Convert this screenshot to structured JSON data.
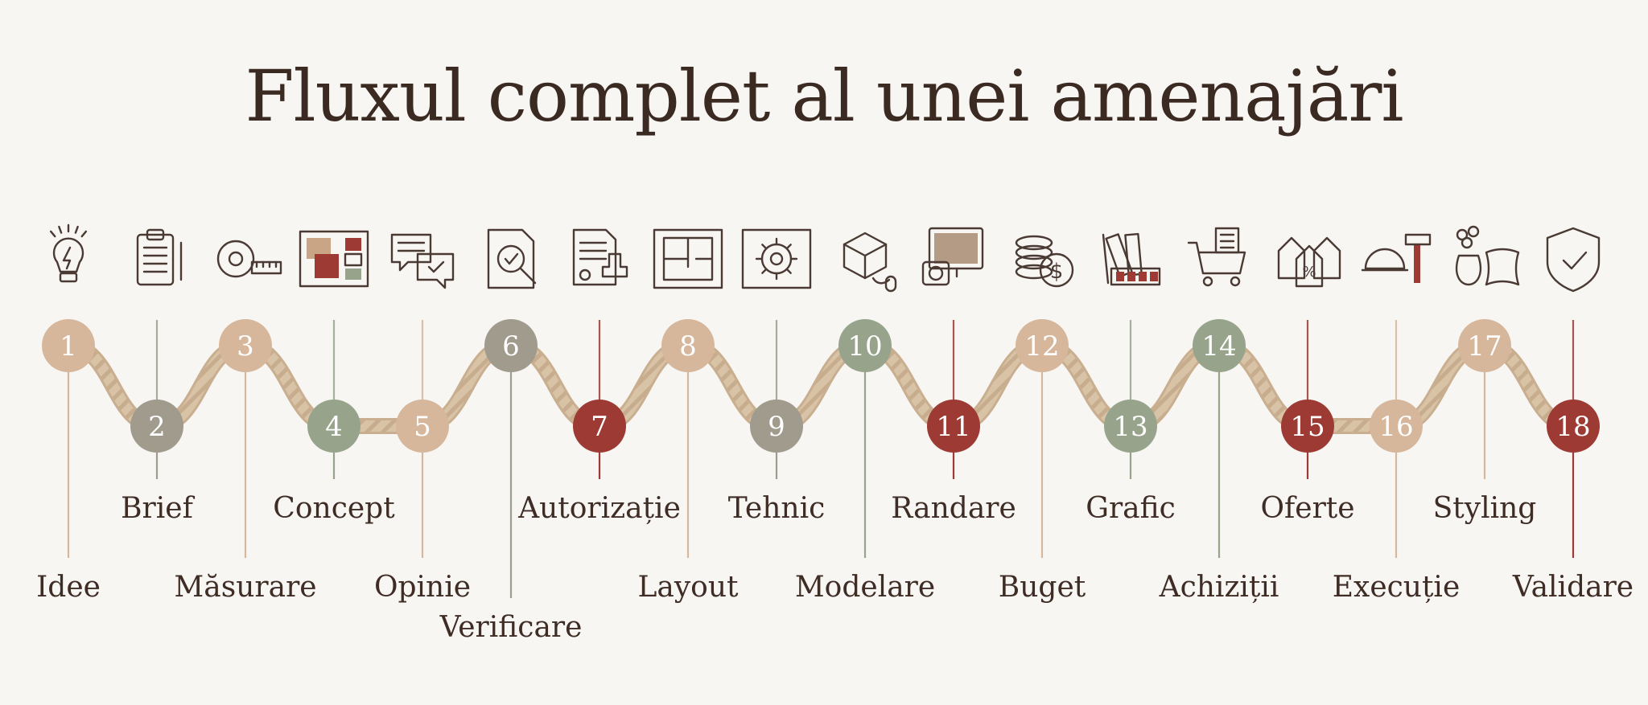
{
  "title": "Fluxul complet al unei amenajări",
  "colors": {
    "beige": "#d7b79b",
    "taupe": "#a19b8e",
    "sage": "#97a48b",
    "red": "#9c3a33",
    "rope": "#d8c3a6"
  },
  "steps": [
    {
      "number": "1",
      "label": "Idee",
      "icon": "lightbulb-icon",
      "color": "beige",
      "position": "up",
      "row": "low"
    },
    {
      "number": "2",
      "label": "Brief",
      "icon": "clipboard-icon",
      "color": "taupe",
      "position": "down",
      "row": "high"
    },
    {
      "number": "3",
      "label": "Măsurare",
      "icon": "tape-measure-icon",
      "color": "beige",
      "position": "up",
      "row": "low"
    },
    {
      "number": "4",
      "label": "Concept",
      "icon": "moodboard-icon",
      "color": "sage",
      "position": "down",
      "row": "high"
    },
    {
      "number": "5",
      "label": "Opinie",
      "icon": "chat-bubbles-icon",
      "color": "beige",
      "position": "down",
      "row": "low"
    },
    {
      "number": "6",
      "label": "Verificare",
      "icon": "document-search-icon",
      "color": "taupe",
      "position": "up",
      "row": "lowest"
    },
    {
      "number": "7",
      "label": "Autorizație",
      "icon": "document-stamp-icon",
      "color": "red",
      "position": "down",
      "row": "high"
    },
    {
      "number": "8",
      "label": "Layout",
      "icon": "floor-plan-icon",
      "color": "beige",
      "position": "up",
      "row": "low"
    },
    {
      "number": "9",
      "label": "Tehnic",
      "icon": "gear-blueprint-icon",
      "color": "taupe",
      "position": "down",
      "row": "high"
    },
    {
      "number": "10",
      "label": "Modelare",
      "icon": "3d-model-icon",
      "color": "sage",
      "position": "up",
      "row": "low"
    },
    {
      "number": "11",
      "label": "Randare",
      "icon": "render-monitor-icon",
      "color": "red",
      "position": "down",
      "row": "high"
    },
    {
      "number": "12",
      "label": "Buget",
      "icon": "coins-icon",
      "color": "beige",
      "position": "up",
      "row": "low"
    },
    {
      "number": "13",
      "label": "Grafic",
      "icon": "swatches-icon",
      "color": "sage",
      "position": "down",
      "row": "high"
    },
    {
      "number": "14",
      "label": "Achiziții",
      "icon": "shopping-cart-icon",
      "color": "sage",
      "position": "up",
      "row": "low"
    },
    {
      "number": "15",
      "label": "Oferte",
      "icon": "price-tags-icon",
      "color": "red",
      "position": "down",
      "row": "high"
    },
    {
      "number": "16",
      "label": "Execuție",
      "icon": "hardhat-hammer-icon",
      "color": "beige",
      "position": "down",
      "row": "low"
    },
    {
      "number": "17",
      "label": "Styling",
      "icon": "vase-pillow-icon",
      "color": "beige",
      "position": "up",
      "row": "high"
    },
    {
      "number": "18",
      "label": "Validare",
      "icon": "shield-check-icon",
      "color": "red",
      "position": "down",
      "row": "low"
    }
  ]
}
